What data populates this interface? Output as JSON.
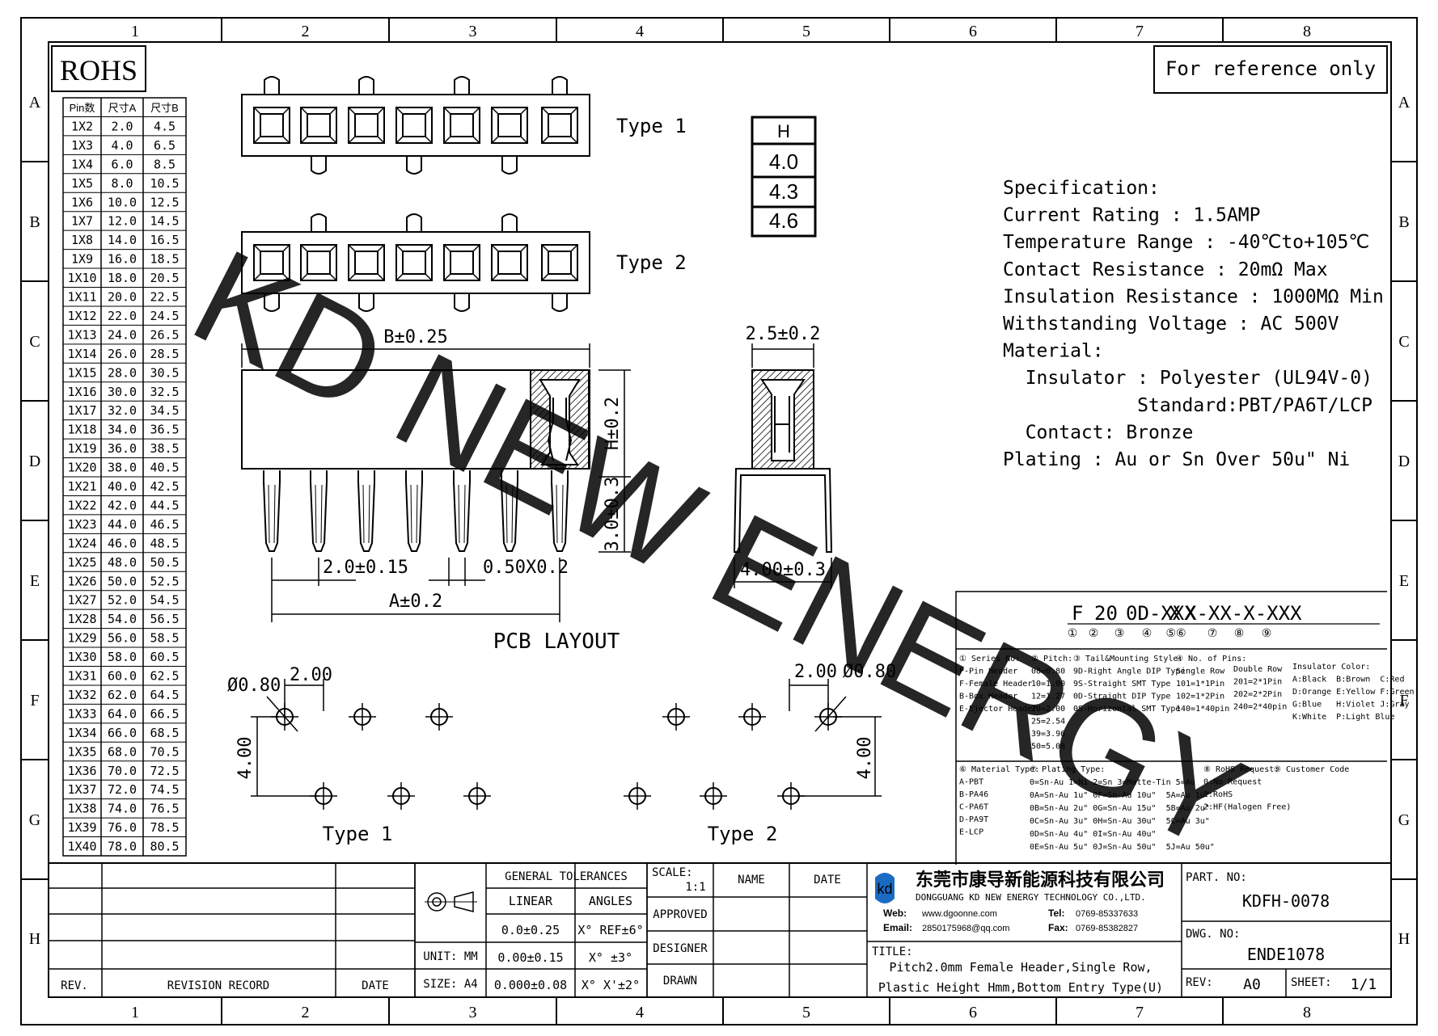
{
  "border_cols": [
    "1",
    "2",
    "3",
    "4",
    "5",
    "6",
    "7",
    "8"
  ],
  "border_rows": [
    "A",
    "B",
    "C",
    "D",
    "E",
    "F",
    "G",
    "H"
  ],
  "rohs": "ROHS",
  "reference": "For reference only",
  "watermark": "KD NEW ENERGY",
  "pin_table": {
    "headers": [
      "Pin数",
      "尺寸A",
      "尺寸B"
    ],
    "rows": [
      [
        "1X2",
        "2.0",
        "4.5"
      ],
      [
        "1X3",
        "4.0",
        "6.5"
      ],
      [
        "1X4",
        "6.0",
        "8.5"
      ],
      [
        "1X5",
        "8.0",
        "10.5"
      ],
      [
        "1X6",
        "10.0",
        "12.5"
      ],
      [
        "1X7",
        "12.0",
        "14.5"
      ],
      [
        "1X8",
        "14.0",
        "16.5"
      ],
      [
        "1X9",
        "16.0",
        "18.5"
      ],
      [
        "1X10",
        "18.0",
        "20.5"
      ],
      [
        "1X11",
        "20.0",
        "22.5"
      ],
      [
        "1X12",
        "22.0",
        "24.5"
      ],
      [
        "1X13",
        "24.0",
        "26.5"
      ],
      [
        "1X14",
        "26.0",
        "28.5"
      ],
      [
        "1X15",
        "28.0",
        "30.5"
      ],
      [
        "1X16",
        "30.0",
        "32.5"
      ],
      [
        "1X17",
        "32.0",
        "34.5"
      ],
      [
        "1X18",
        "34.0",
        "36.5"
      ],
      [
        "1X19",
        "36.0",
        "38.5"
      ],
      [
        "1X20",
        "38.0",
        "40.5"
      ],
      [
        "1X21",
        "40.0",
        "42.5"
      ],
      [
        "1X22",
        "42.0",
        "44.5"
      ],
      [
        "1X23",
        "44.0",
        "46.5"
      ],
      [
        "1X24",
        "46.0",
        "48.5"
      ],
      [
        "1X25",
        "48.0",
        "50.5"
      ],
      [
        "1X26",
        "50.0",
        "52.5"
      ],
      [
        "1X27",
        "52.0",
        "54.5"
      ],
      [
        "1X28",
        "54.0",
        "56.5"
      ],
      [
        "1X29",
        "56.0",
        "58.5"
      ],
      [
        "1X30",
        "58.0",
        "60.5"
      ],
      [
        "1X31",
        "60.0",
        "62.5"
      ],
      [
        "1X32",
        "62.0",
        "64.5"
      ],
      [
        "1X33",
        "64.0",
        "66.5"
      ],
      [
        "1X34",
        "66.0",
        "68.5"
      ],
      [
        "1X35",
        "68.0",
        "70.5"
      ],
      [
        "1X36",
        "70.0",
        "72.5"
      ],
      [
        "1X37",
        "72.0",
        "74.5"
      ],
      [
        "1X38",
        "74.0",
        "76.5"
      ],
      [
        "1X39",
        "76.0",
        "78.5"
      ],
      [
        "1X40",
        "78.0",
        "80.5"
      ]
    ]
  },
  "views": {
    "type1": "Type 1",
    "type2": "Type 2",
    "pcb_layout": "PCB LAYOUT"
  },
  "h_table": {
    "header": "H",
    "values": [
      "4.0",
      "4.3",
      "4.6"
    ]
  },
  "dims": {
    "b": "B±0.25",
    "h": "H±0.2",
    "tail": "3.0±0.3",
    "pitch": "2.0±0.15",
    "pin": "0.50X0.2",
    "a": "A±0.2",
    "side_w": "2.5±0.2",
    "side_foot": "4.00±0.3",
    "pcb_d": "Ø0.80",
    "pcb_p": "2.00",
    "pcb_v": "4.00"
  },
  "spec": {
    "lines": [
      "Specification:",
      "Current Rating : 1.5AMP",
      "Temperature Range : -40℃to+105℃",
      "Contact Resistance : 20mΩ Max",
      "Insulation Resistance : 1000MΩ Min",
      "Withstanding Voltage : AC 500V",
      "Material:",
      "  Insulator : Polyester (UL94V-0)",
      "            Standard:PBT/PA6T/LCP",
      "  Contact: Bronze",
      "Plating : Au or Sn Over 50u\" Ni"
    ]
  },
  "part_code": {
    "parts": [
      "F",
      "20",
      "0D-XXX",
      "X",
      "X-XX-X-XXX"
    ],
    "circles": [
      "①",
      "②",
      "③",
      "④",
      "⑤⑥",
      "⑦",
      "⑧",
      "⑨"
    ]
  },
  "legend": {
    "series": [
      "① Series No:",
      "P-Pin Header",
      "F-Female Header",
      "B-Box Header",
      "E-Ejector Header"
    ],
    "pitch": [
      "② Pitch:",
      "08=0.80",
      "10=1.00",
      "12=1.27",
      "20=2.00",
      "25=2.54",
      "39=3.96",
      "50=5.08"
    ],
    "tail": [
      "③ Tail&Mounting Style:",
      "9D-Right Angle DIP Type",
      "9S-Straight SMT Type",
      "0D-Straight DIP Type",
      "0S-Horizontal SMT Type"
    ],
    "pins": [
      "④ No. of Pins:",
      "Single Row",
      "101=1*1Pin",
      "102=1*2Pin",
      "140=1*40pin"
    ],
    "double": [
      "Double Row",
      "201=2*1Pin",
      "202=2*2Pin",
      "240=2*40pin"
    ],
    "color": [
      "Insulator Color:",
      "A:Black  B:Brown  C:Red",
      "D:Orange E:Yellow F:Green",
      "G:Blue   H:Violet J:Gray",
      "K:White  P:Light Blue"
    ],
    "material": [
      "⑥ Material Type:",
      "A-PBT",
      "B-PA46",
      "C-PA6T",
      "D-PA9T",
      "E-LCP"
    ],
    "plating": [
      "⑦ Plating Type:",
      "0=Sn-Au 1=Ni 2=Sn 3=Matte-Tin 5=Au",
      "0A=Sn-Au 1u\" 0F=Sn-Au 10u\"  5A=Au 1u\"",
      "0B=Sn-Au 2u\" 0G=Sn-Au 15u\"  5B=Au 2u\"",
      "0C=Sn-Au 3u\" 0H=Sn-Au 30u\"  5C=Au 3u\"",
      "0D=Sn-Au 4u\" 0I=Sn-Au 40u\"",
      "0E=Sn-Au 5u\" 0J=Sn-Au 50u\"  5J=Au 50u\""
    ],
    "rohs": [
      "⑧ RoHS Request:",
      "0:No Request",
      "1:RoHS",
      "2:HF(Halogen Free)"
    ],
    "customer": [
      "⑨ Customer Code"
    ]
  },
  "title_block": {
    "general_tolerances": "GENERAL TOLERANCES",
    "linear": "LINEAR",
    "angles": "ANGLES",
    "lin_values": [
      "0.0±0.25",
      "0.00±0.15",
      "0.000±0.08"
    ],
    "ang_values": [
      "X° REF±6°",
      "X° ±3°",
      "X° X'±2°"
    ],
    "unit": "UNIT: MM",
    "size": "SIZE: A4",
    "scale_label": "SCALE:",
    "scale": "1:1",
    "name": "NAME",
    "date": "DATE",
    "approved": "APPROVED",
    "designer": "DESIGNER",
    "drawn": "DRAWN",
    "rev_label": "REV.",
    "revision_record": "REVISION RECORD",
    "rev_date": "DATE",
    "company_cn": "东莞市康导新能源科技有限公司",
    "company_en": "DONGGUANG KD NEW ENERGY TECHNOLOGY CO.,LTD.",
    "web_label": "Web:",
    "web": "www.dgoonne.com",
    "tel_label": "Tel:",
    "tel": "0769-85337633",
    "email_label": "Email:",
    "email": "2850175968@qq.com",
    "fax_label": "Fax:",
    "fax": "0769-85382827",
    "title_label": "TITLE:",
    "title1": "Pitch2.0mm Female Header,Single Row,",
    "title2": "Plastic Height Hmm,Bottom Entry Type(U)",
    "part_no_label": "PART. NO:",
    "part_no": "KDFH-0078",
    "dwg_no_label": "DWG. NO:",
    "dwg_no": "ENDE1078",
    "rev_no_label": "REV:",
    "rev_no": "A0",
    "sheet_label": "SHEET:",
    "sheet": "1/1"
  },
  "colors": {
    "watermark": "#3ff0f0",
    "line": "#000000",
    "logo_blue": "#1a6bc4"
  }
}
